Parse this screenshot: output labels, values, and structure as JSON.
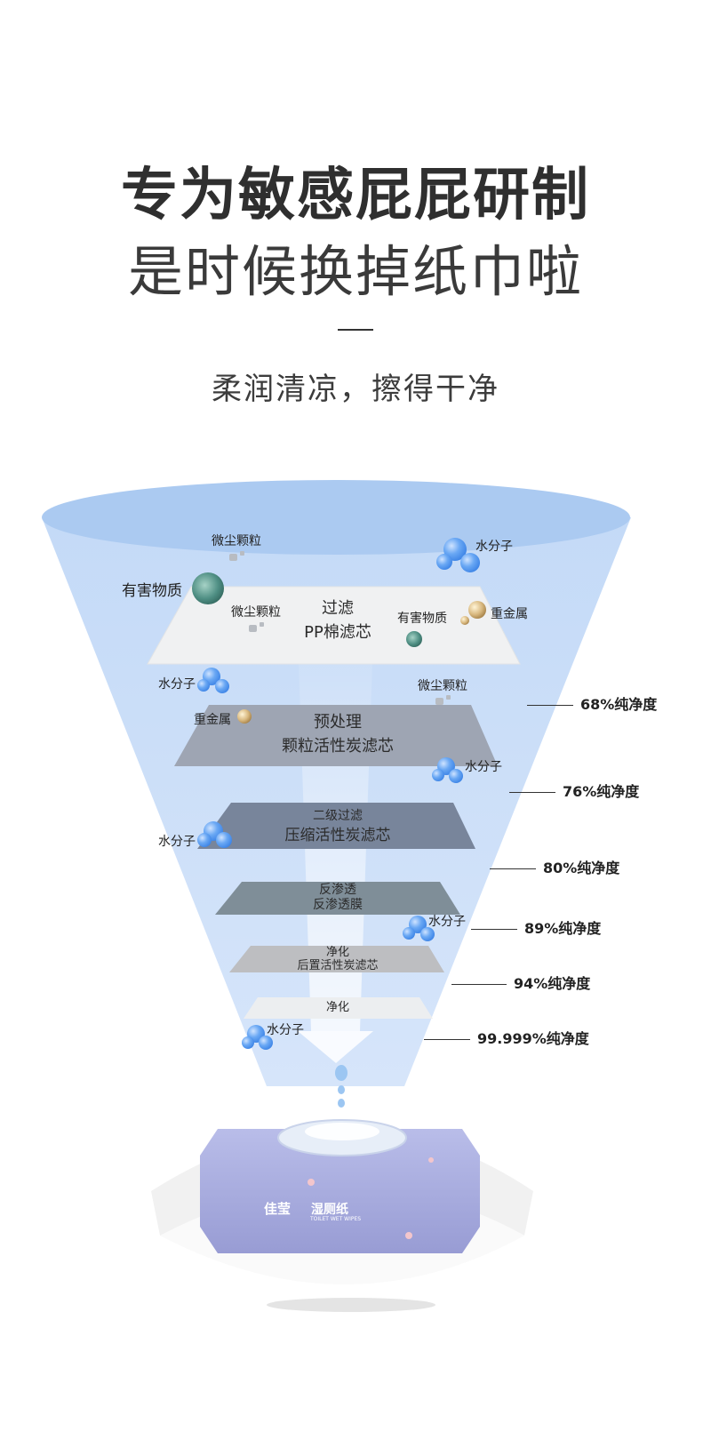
{
  "heading": {
    "line1": "专为敏感屁屁研制",
    "line2": "是时候换掉纸巾啦",
    "subtitle": "柔润清凉，擦得干净"
  },
  "layers": [
    {
      "line1": "过滤",
      "line2": "PP棉滤芯"
    },
    {
      "line1": "预处理",
      "line2": "颗粒活性炭滤芯"
    },
    {
      "line1": "二级过滤",
      "line2": "压缩活性炭滤芯"
    },
    {
      "line1": "反渗透",
      "line2": "反渗透膜"
    },
    {
      "line1": "净化",
      "line2": "后置活性炭滤芯"
    },
    {
      "line1": "净化",
      "line2": ""
    }
  ],
  "particles": {
    "dust": "微尘颗粒",
    "water": "水分子",
    "harmful": "有害物质",
    "metal": "重金属"
  },
  "purity": [
    "68%纯净度",
    "76%纯净度",
    "80%纯净度",
    "89%纯净度",
    "94%纯净度",
    "99.999%纯净度"
  ],
  "product": {
    "brand": "佳莹",
    "name": "湿厕纸",
    "english": "TOILET WET WIPES"
  },
  "colors": {
    "funnel": "#c6dcf7",
    "funnel_top": "#a9c9f0",
    "water": "#5b9ef0",
    "pack": "#a6a9dc"
  }
}
